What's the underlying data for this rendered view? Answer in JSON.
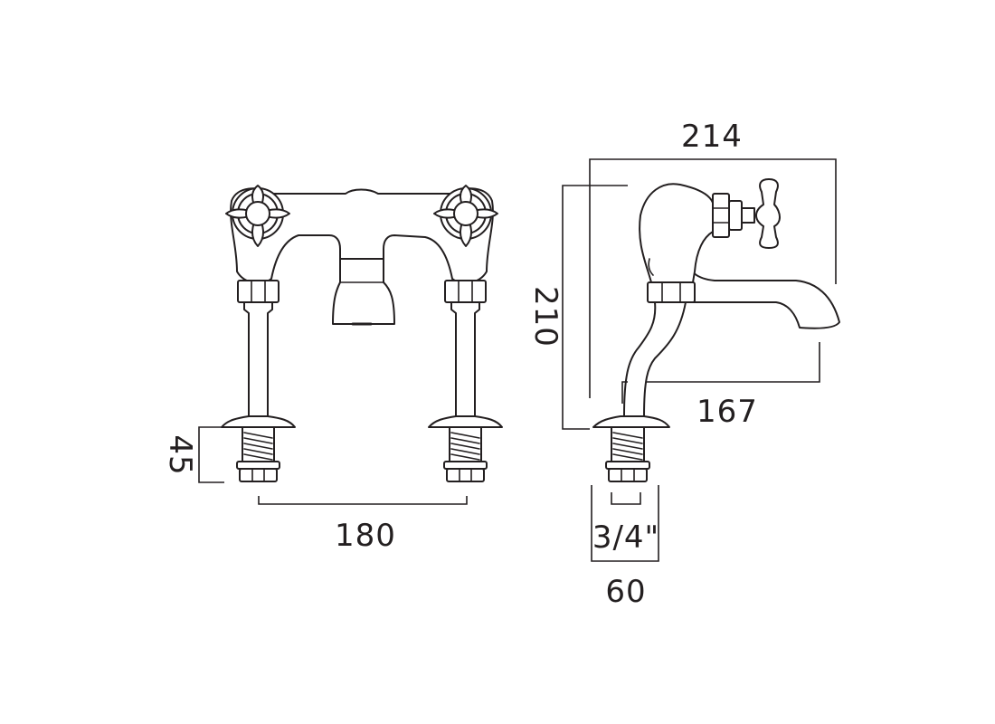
{
  "dimensions": {
    "width_overall": "214",
    "height_overall": "210",
    "spout_reach": "167",
    "center_distance": "180",
    "shank_length": "45",
    "connection_size": "3/4\"",
    "base_depth": "60"
  },
  "colors": {
    "line": "#231f20",
    "background": "#ffffff"
  }
}
